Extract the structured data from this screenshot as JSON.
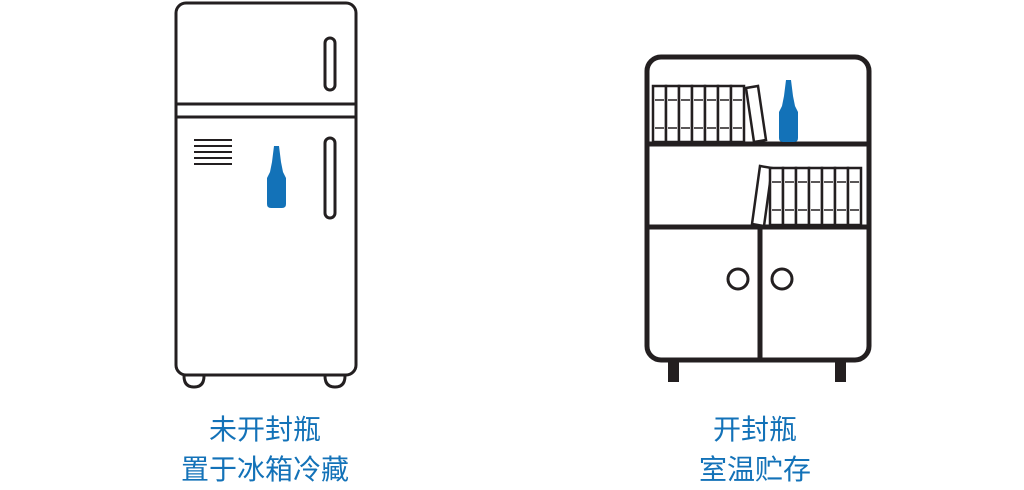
{
  "left_panel": {
    "line1": "未开封瓶",
    "line2": "置于冰箱冷藏"
  },
  "right_panel": {
    "line1": "开封瓶",
    "line2": "室温贮存"
  },
  "colors": {
    "accent": "#1372b8",
    "outline": "#231f20"
  },
  "icons": [
    "refrigerator-icon",
    "bottle-icon",
    "cabinet-icon",
    "books-icon"
  ]
}
